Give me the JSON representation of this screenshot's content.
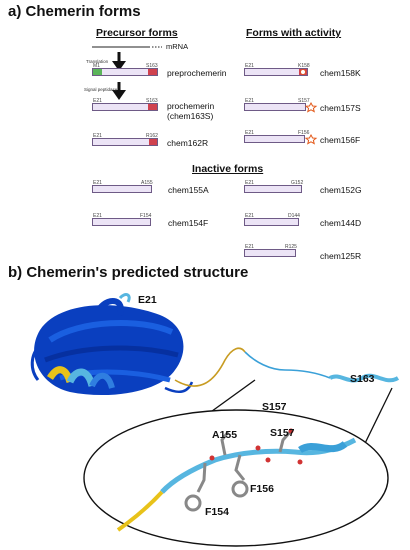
{
  "section_a": {
    "title": "a) Chemerin forms",
    "precursor_header": "Precursor forms",
    "activity_header": "Forms with activity",
    "inactive_header": "Inactive forms",
    "mrna_label": "mRNA",
    "step_translation": "Translation",
    "step_signal": "Signal peptidase",
    "precursor": [
      {
        "name": "preprochemerin",
        "start": "M1",
        "end": "S163"
      },
      {
        "name": "prochemerin\n(chem163S)",
        "start": "E21",
        "end": "S163"
      },
      {
        "name": "chem162R",
        "start": "E21",
        "end": "R162"
      }
    ],
    "active": [
      {
        "name": "chem158K",
        "start": "E21",
        "end": "K158"
      },
      {
        "name": "chem157S",
        "start": "E21",
        "end": "S157"
      },
      {
        "name": "chem156F",
        "start": "E21",
        "end": "F156"
      }
    ],
    "inactive": [
      {
        "name": "chem155A",
        "start": "E21",
        "end": "A155"
      },
      {
        "name": "chem152G",
        "start": "E21",
        "end": "G152"
      },
      {
        "name": "chem154F",
        "start": "E21",
        "end": "F154"
      },
      {
        "name": "chem144D",
        "start": "E21",
        "end": "D144"
      },
      {
        "name": "chem125R",
        "start": "E21",
        "end": "R125"
      }
    ]
  },
  "section_b": {
    "title": "b) Chemerin's predicted structure",
    "labels": {
      "e21": "E21",
      "s157_top": "S157",
      "s163": "S163",
      "a155": "A155",
      "s157_zoom": "S157",
      "f156": "F156",
      "f154": "F154"
    }
  },
  "colors": {
    "bar_fill": "#ece4f6",
    "bar_border": "#6e5a86",
    "signal_peptide": "#5bb55a",
    "c_terminal": "#d0424e",
    "star": "#e35a1b",
    "helix_dark": "#0a3fbf",
    "helix_light": "#57b6e0",
    "low_confidence": "#e8c21a"
  }
}
